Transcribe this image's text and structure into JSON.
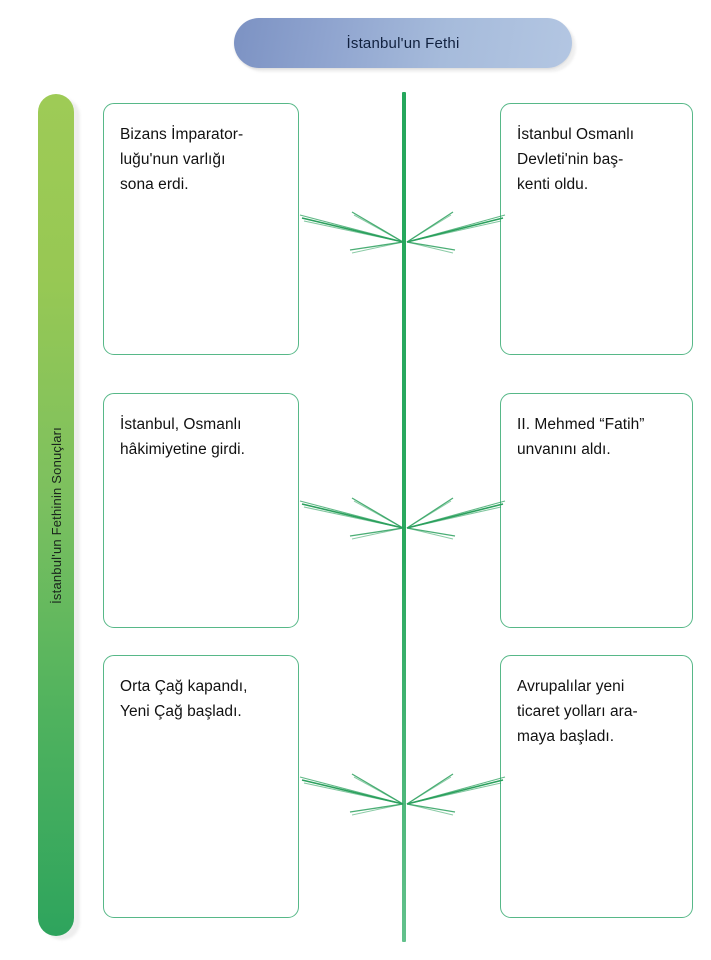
{
  "title": {
    "text": "İstanbul'un Fethi"
  },
  "sidebar": {
    "label": "İstanbul'un  Fethinin Sonuçları"
  },
  "colors": {
    "sidebar_top": "#9ecb56",
    "sidebar_bottom": "#2ea45d",
    "title_left": "#7c92c3",
    "title_right": "#b3c6e2",
    "box_border": "#57b888",
    "spine": "#25a75c",
    "arrow": "#2ba05d",
    "text": "#111111"
  },
  "boxes": [
    {
      "id": "bizans-imparatorlugu",
      "side": "left",
      "row": 1,
      "text": "Bizans İmparator-\nluğu'nun varlığı\nsona erdi."
    },
    {
      "id": "osmanli-baskenti",
      "side": "right",
      "row": 1,
      "text": "İstanbul Osmanlı\nDevleti'nin baş-\nkenti oldu."
    },
    {
      "id": "osmanli-hakimiyeti",
      "side": "left",
      "row": 2,
      "text": "İstanbul, Osmanlı\nhâkimiyetine girdi."
    },
    {
      "id": "fatih-unvani",
      "side": "right",
      "row": 2,
      "text": "II. Mehmed “Fatih”\nunvanını aldı."
    },
    {
      "id": "cag-degisimi",
      "side": "left",
      "row": 3,
      "text": "Orta Çağ kapandı,\nYeni Çağ başladı."
    },
    {
      "id": "yeni-ticaret-yollari",
      "side": "right",
      "row": 3,
      "text": "Avrupalılar yeni\nticaret yolları ara-\nmaya başladı."
    }
  ],
  "connectors": [
    {
      "id": "connector-row-1",
      "row": 1
    },
    {
      "id": "connector-row-2",
      "row": 2
    },
    {
      "id": "connector-row-3",
      "row": 3
    }
  ]
}
